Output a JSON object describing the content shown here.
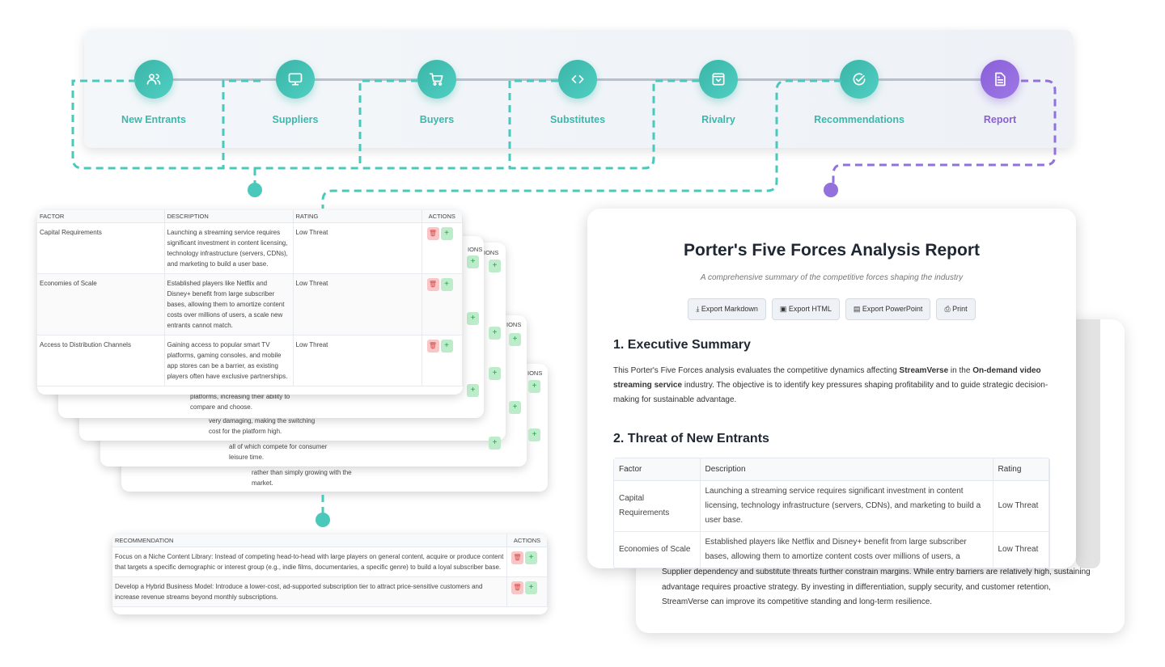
{
  "colors": {
    "teal": "#4ac8bb",
    "purple": "#9370db"
  },
  "stepper": [
    {
      "label": "New Entrants",
      "icon": "users-icon"
    },
    {
      "label": "Suppliers",
      "icon": "monitor-icon"
    },
    {
      "label": "Buyers",
      "icon": "cart-icon"
    },
    {
      "label": "Substitutes",
      "icon": "code-icon"
    },
    {
      "label": "Rivalry",
      "icon": "box-icon"
    },
    {
      "label": "Recommendations",
      "icon": "check-circle-icon"
    },
    {
      "label": "Report",
      "icon": "document-icon",
      "active": true
    }
  ],
  "forces_table": {
    "headers": [
      "FACTOR",
      "DESCRIPTION",
      "RATING",
      "ACTIONS"
    ],
    "rows": [
      {
        "factor": "Capital Requirements",
        "description": "Launching a streaming service requires significant investment in content licensing, technology infrastructure (servers, CDNs), and marketing to build a user base.",
        "rating": "Low Threat"
      },
      {
        "factor": "Economies of Scale",
        "description": "Established players like Netflix and Disney+ benefit from large subscriber bases, allowing them to amortize content costs over millions of users, a scale new entrants cannot match.",
        "rating": "Low Threat"
      },
      {
        "factor": "Access to Distribution Channels",
        "description": "Gaining access to popular smart TV platforms, gaming consoles, and mobile app stores can be a barrier, as existing players often have exclusive partnerships.",
        "rating": "Low Threat"
      }
    ]
  },
  "stacked_fragments": {
    "header_suffix": "IONS",
    "card2": [
      "platforms, increasing their ability to",
      "compare and choose."
    ],
    "card3": [
      "very damaging, making the switching",
      "cost for the platform high."
    ],
    "card4": [
      "all of which compete for consumer",
      "leisure time."
    ],
    "card5": [
      "rather than simply growing with the",
      "market."
    ]
  },
  "recommendations_table": {
    "headers": [
      "RECOMMENDATION",
      "ACTIONS"
    ],
    "rows": [
      "Focus on a Niche Content Library: Instead of competing head-to-head with large players on general content, acquire or produce content that targets a specific demographic or interest group (e.g., indie films, documentaries, a specific genre) to build a loyal subscriber base.",
      "Develop a Hybrid Business Model: Introduce a lower-cost, ad-supported subscription tier to attract price-sensitive customers and increase revenue streams beyond monthly subscriptions."
    ]
  },
  "report": {
    "title": "Porter's Five Forces Analysis Report",
    "subtitle": "A comprehensive summary of the competitive forces shaping the industry",
    "buttons": [
      "Export Markdown",
      "Export HTML",
      "Export PowerPoint",
      "Print"
    ],
    "s1_title": "1. Executive Summary",
    "s1_p1": "This Porter's Five Forces analysis evaluates the competitive dynamics affecting ",
    "company": "StreamVerse",
    "s1_p2": " in the ",
    "industry": "On-demand video streaming service",
    "s1_p3": " industry. The objective is to identify key pressures shaping profitability and to guide strategic decision-making for sustainable advantage.",
    "s2_title": "2. Threat of New Entrants",
    "table_headers": [
      "Factor",
      "Description",
      "Rating"
    ],
    "rows": [
      {
        "factor": "Capital Requirements",
        "description": "Launching a streaming service requires significant investment in content licensing, technology infrastructure (servers, CDNs), and marketing to build a user base.",
        "rating": "Low Threat"
      },
      {
        "factor": "Economies of Scale",
        "description": "Established players like Netflix and Disney+ benefit from large subscriber bases, allowing them to amortize content costs over millions of users, a",
        "rating": "Low Threat"
      }
    ],
    "conclusion": "Supplier dependency and substitute threats further constrain margins. While entry barriers are relatively high, sustaining advantage requires proactive strategy. By investing in differentiation, supply security, and customer retention, StreamVerse can improve its competitive standing and long-term resilience."
  }
}
